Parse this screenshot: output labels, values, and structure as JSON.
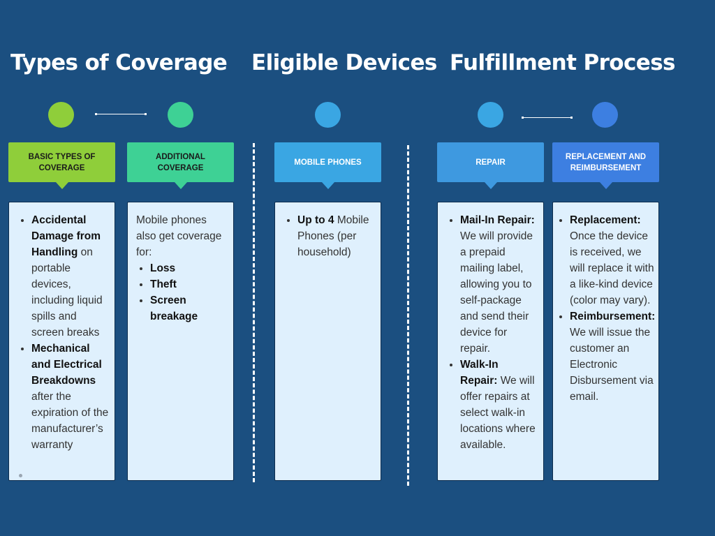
{
  "headings": {
    "coverage": "Types of Coverage",
    "devices": "Eligible Devices",
    "process": "Fulfillment Process"
  },
  "colors": {
    "background": "#1b4f80",
    "lime": "#8fce3a",
    "teal": "#3ed195",
    "blue": "#3aa6e3",
    "blue_mid": "#3e99e0",
    "blue_deep": "#3d7fe1",
    "card": "#dff0fd"
  },
  "tabs": {
    "basic": "BASIC TYPES OF COVERAGE",
    "additional": "ADDITIONAL COVERAGE",
    "mobile": "MOBILE PHONES",
    "repair": "REPAIR",
    "replacement": "REPLACEMENT AND REIMBURSEMENT"
  },
  "cards": {
    "basic": {
      "item1_bold": "Accidental Damage from Handling",
      "item1_text": " on portable devices, including liquid spills and screen breaks",
      "item2_bold": "Mechanical and Electrical Breakdowns",
      "item2_text": " after the expiration of the manufacturer’s warranty"
    },
    "additional": {
      "intro": "Mobile phones also get coverage for:",
      "items": [
        "Loss",
        "Theft",
        "Screen breakage"
      ]
    },
    "mobile": {
      "item1_bold": "Up to 4",
      "item1_text": " Mobile Phones (per household)"
    },
    "repair": {
      "item1_bold": "Mail-In Repair:",
      "item1_text": " We will provide a prepaid mailing label, allowing you to self-package and send their device for repair.",
      "item2_bold": "Walk-In Repair:",
      "item2_text": " We will offer repairs at select walk-in locations where available."
    },
    "replacement": {
      "item1_bold": "Replacement:",
      "item1_text": " Once the device is received, we will replace it with a like-kind device (color may vary).",
      "item2_bold": "Reimbursement:",
      "item2_text": " We will issue the customer an Electronic Disbursement via email."
    }
  }
}
